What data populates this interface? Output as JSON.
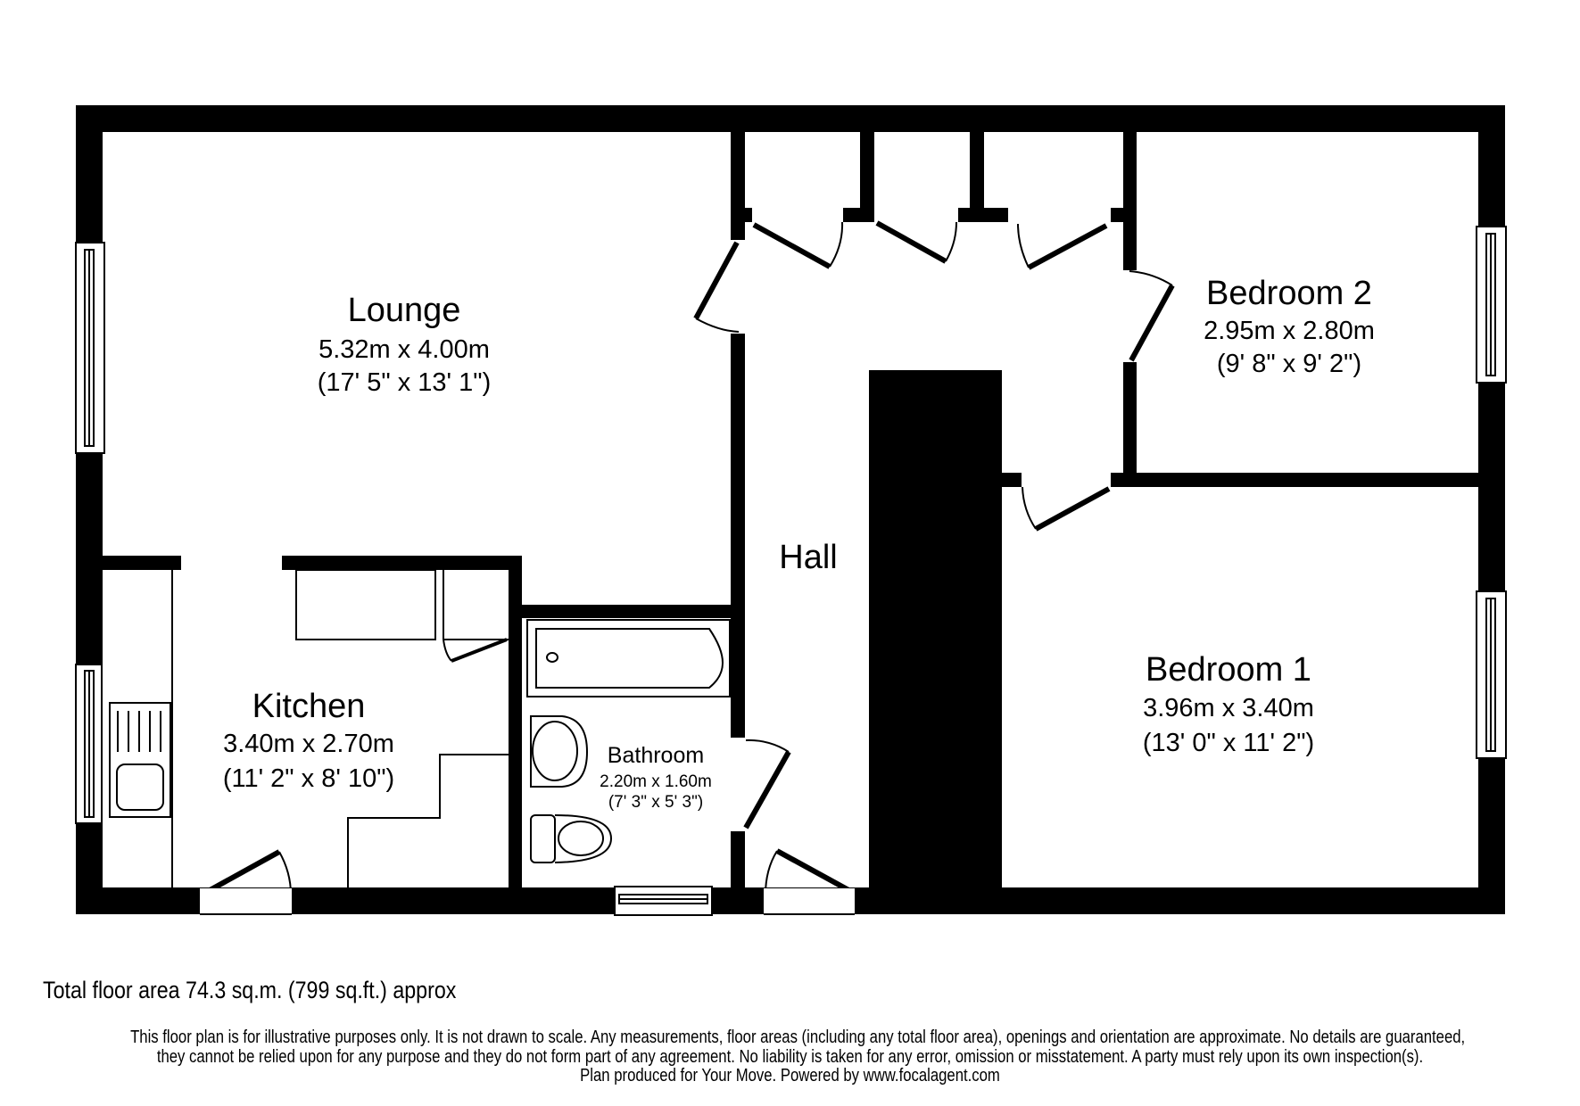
{
  "plan": {
    "rooms": [
      {
        "id": "lounge",
        "name": "Lounge",
        "metric": "5.32m x 4.00m",
        "imperial": "(17' 5\" x 13' 1\")"
      },
      {
        "id": "kitchen",
        "name": "Kitchen",
        "metric": "3.40m x 2.70m",
        "imperial": "(11' 2\" x 8' 10\")"
      },
      {
        "id": "bathroom",
        "name": "Bathroom",
        "metric": "2.20m x 1.60m",
        "imperial": "(7' 3\" x 5' 3\")"
      },
      {
        "id": "hall",
        "name": "Hall"
      },
      {
        "id": "bedroom2",
        "name": "Bedroom 2",
        "metric": "2.95m x 2.80m",
        "imperial": "(9' 8\" x 9' 2\")"
      },
      {
        "id": "bedroom1",
        "name": "Bedroom 1",
        "metric": "3.96m x 3.40m",
        "imperial": "(13' 0\" x 11' 2\")"
      }
    ],
    "wall_color": "#000000",
    "background_color": "#ffffff"
  },
  "footer": {
    "total_area": "Total floor area 74.3 sq.m. (799 sq.ft.) approx",
    "disclaimer_lines": [
      "This floor plan is for illustrative purposes only. It is not drawn to scale. Any measurements, floor areas (including any total floor area), openings and orientation are approximate. No details are guaranteed,",
      "they cannot be relied upon for any purpose and they do not form part of any agreement. No liability is taken for any error, omission or misstatement. A party must rely upon its own inspection(s).",
      "Plan produced for Your Move. Powered by www.focalagent.com"
    ]
  }
}
